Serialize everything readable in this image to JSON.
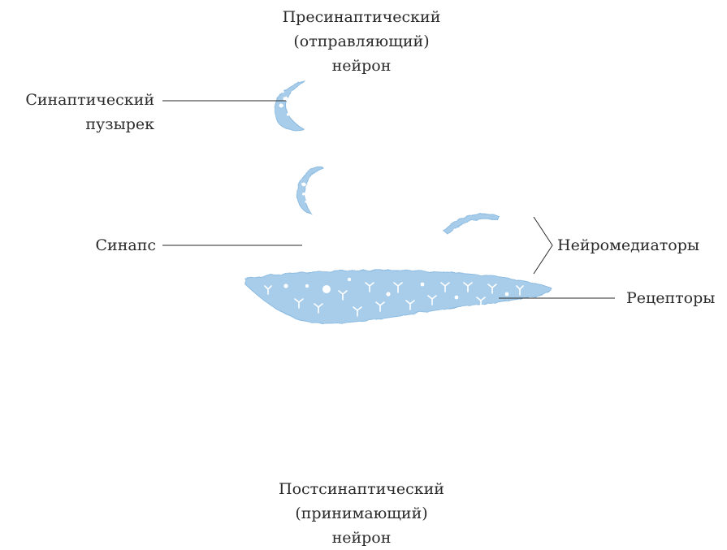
{
  "labels": {
    "presynaptic": [
      "Пресинаптический",
      "(отправляющий)",
      "нейрон"
    ],
    "vesicle": [
      "Синаптический",
      "пузырек"
    ],
    "synapse": "Синапс",
    "neurotransmitters": "Нейромедиаторы",
    "receptors": "Рецепторы",
    "postsynaptic": [
      "Постсинаптический",
      "(принимающий)",
      "нейрон"
    ]
  },
  "colors": {
    "structure_fill": "#a8cdea",
    "structure_edge": "#8dbbe0",
    "leader_line": "#2a2a2a"
  }
}
